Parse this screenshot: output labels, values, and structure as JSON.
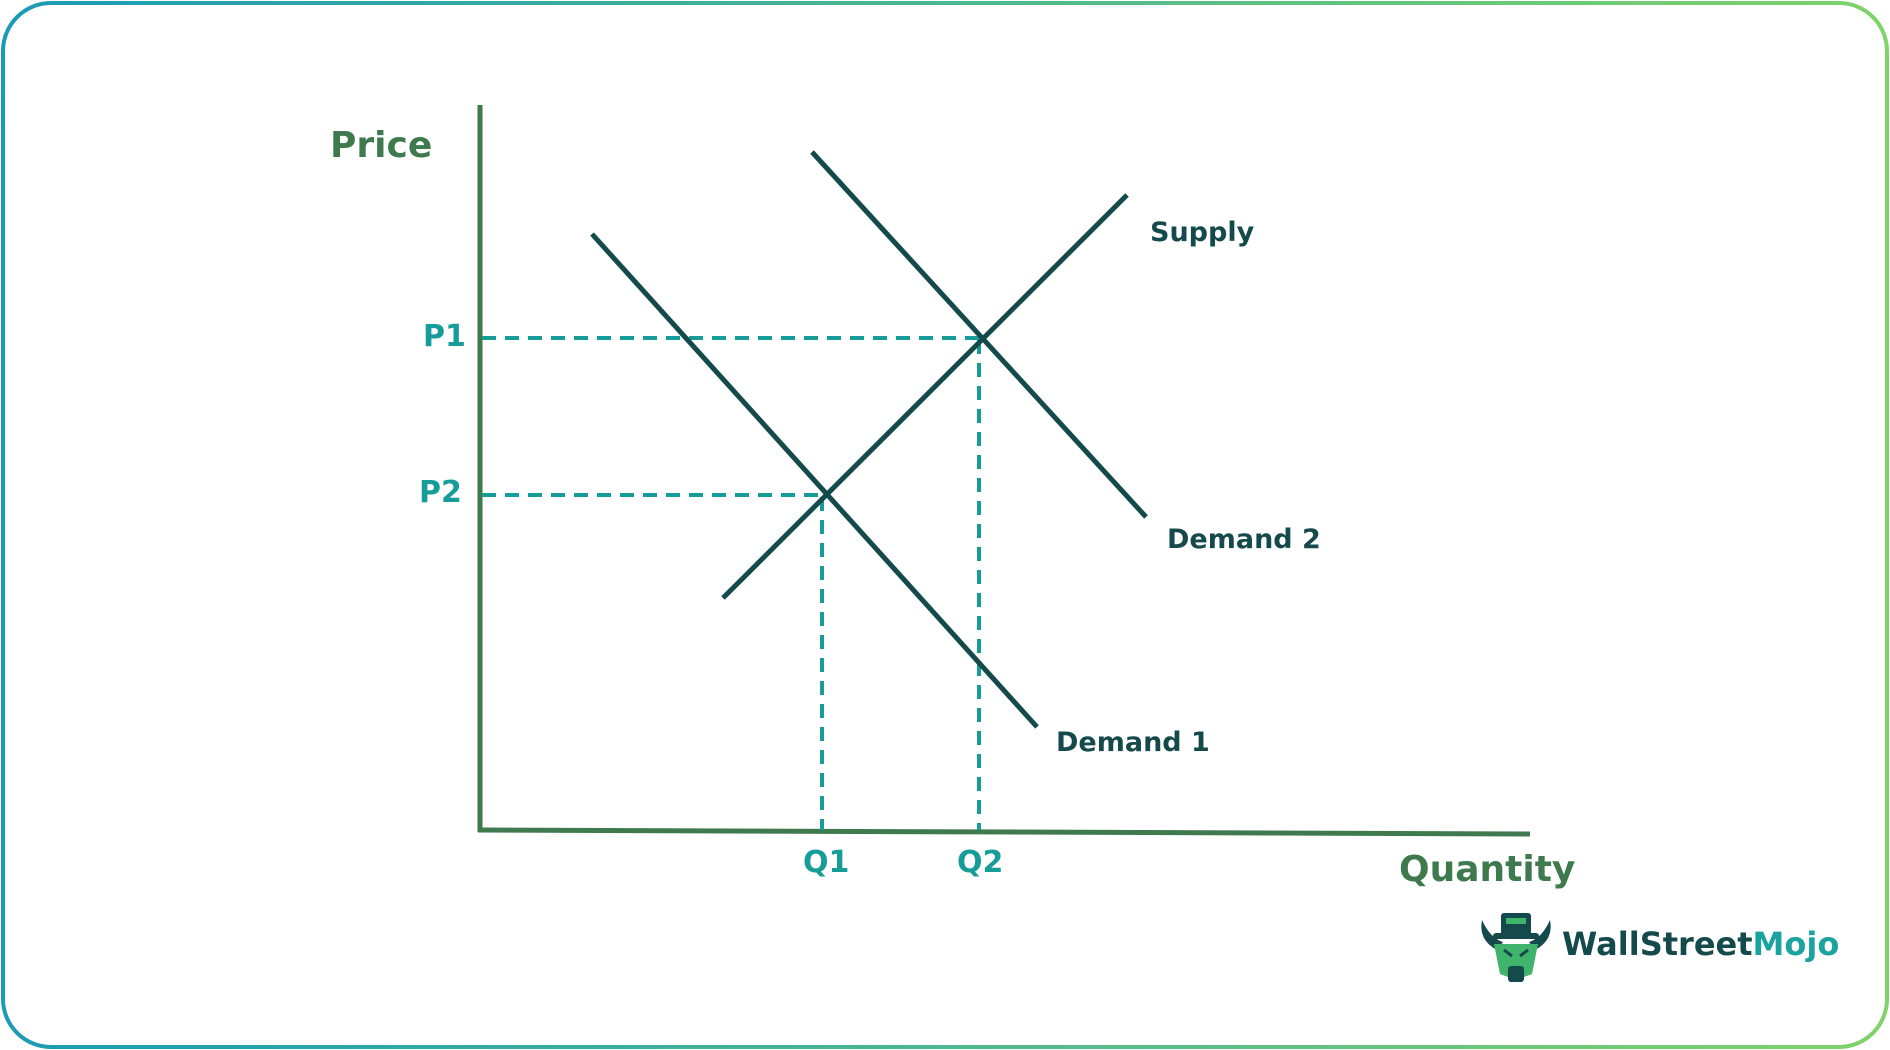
{
  "chart_data": {
    "type": "supply-demand-diagram",
    "axes": {
      "y_label": "Price",
      "x_label": "Quantity"
    },
    "curves": [
      {
        "id": "supply",
        "label": "Supply"
      },
      {
        "id": "demand1",
        "label": "Demand 1"
      },
      {
        "id": "demand2",
        "label": "Demand 2"
      }
    ],
    "price_levels": [
      "P1",
      "P2"
    ],
    "quantity_levels": [
      "Q1",
      "Q2"
    ],
    "equilibria": [
      {
        "curves": [
          "supply",
          "demand1"
        ],
        "price": "P2",
        "quantity": "Q1"
      },
      {
        "curves": [
          "supply",
          "demand2"
        ],
        "price": "P1",
        "quantity": "Q2"
      }
    ]
  },
  "brand": {
    "name_part1": "WallStreet",
    "name_part2": "Mojo"
  },
  "colors": {
    "axis": "#3f7a4f",
    "curve": "#154a4c",
    "dashed": "#169c99",
    "frame_start": "#1b9bb5",
    "frame_end": "#7fd36a",
    "brand_dark": "#154a4c",
    "brand_accent": "#1aa39f"
  }
}
